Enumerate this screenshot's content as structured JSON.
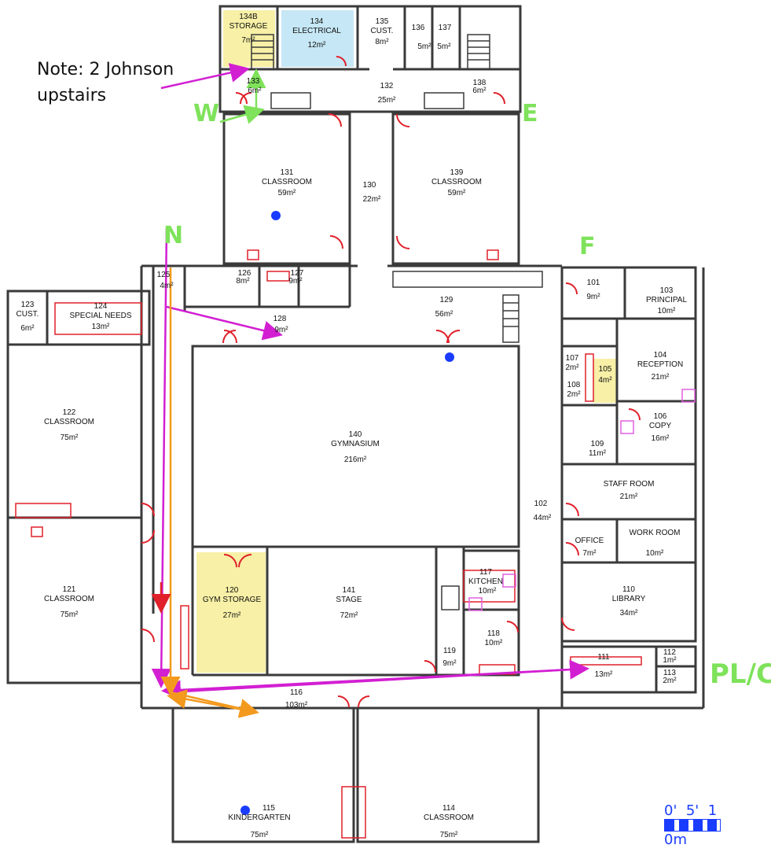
{
  "note": {
    "line1": "Note: 2 Johnson",
    "line2": "upstairs"
  },
  "direction_labels": {
    "w": "W",
    "e": "E",
    "n": "N",
    "f": "F",
    "plc": "PL/C"
  },
  "scale": {
    "top": "0'  5'  1",
    "bottom": "0m"
  },
  "rooms": [
    {
      "id": "r134b",
      "num": "134B",
      "name": "STORAGE",
      "area": "7m²"
    },
    {
      "id": "r134",
      "num": "134",
      "name": "ELECTRICAL",
      "area": "12m²"
    },
    {
      "id": "r135",
      "num": "135",
      "name": "CUST.",
      "area": "8m²"
    },
    {
      "id": "r136",
      "num": "136",
      "name": "",
      "area": "5m²"
    },
    {
      "id": "r137",
      "num": "137",
      "name": "",
      "area": "5m²"
    },
    {
      "id": "r132",
      "num": "132",
      "name": "",
      "area": "25m²"
    },
    {
      "id": "r133",
      "num": "133",
      "name": "",
      "area": "6m²"
    },
    {
      "id": "r138",
      "num": "138",
      "name": "",
      "area": "6m²"
    },
    {
      "id": "r131",
      "num": "131",
      "name": "CLASSROOM",
      "area": "59m²"
    },
    {
      "id": "r130",
      "num": "130",
      "name": "",
      "area": "22m²"
    },
    {
      "id": "r139",
      "num": "139",
      "name": "CLASSROOM",
      "area": "59m²"
    },
    {
      "id": "r125",
      "num": "125",
      "name": "",
      "area": "4m²"
    },
    {
      "id": "r126",
      "num": "126",
      "name": "",
      "area": "8m²"
    },
    {
      "id": "r127",
      "num": "127",
      "name": "",
      "area": "9m²"
    },
    {
      "id": "r123",
      "num": "123",
      "name": "CUST.",
      "area": "6m²"
    },
    {
      "id": "r124",
      "num": "124",
      "name": "SPECIAL NEEDS",
      "area": "13m²"
    },
    {
      "id": "r128",
      "num": "128",
      "name": "",
      "area": "9m²"
    },
    {
      "id": "r129",
      "num": "129",
      "name": "",
      "area": "56m²"
    },
    {
      "id": "r101",
      "num": "101",
      "name": "",
      "area": "9m²"
    },
    {
      "id": "r103",
      "num": "103",
      "name": "PRINCIPAL",
      "area": "10m²"
    },
    {
      "id": "r104",
      "num": "104",
      "name": "RECEPTION",
      "area": "21m²"
    },
    {
      "id": "r105",
      "num": "105",
      "name": "",
      "area": "4m²"
    },
    {
      "id": "r107",
      "num": "107",
      "name": "",
      "area": "2m²"
    },
    {
      "id": "r108",
      "num": "108",
      "name": "",
      "area": "2m²"
    },
    {
      "id": "r109",
      "num": "109",
      "name": "",
      "area": "11m²"
    },
    {
      "id": "r106",
      "num": "106",
      "name": "COPY",
      "area": "16m²"
    },
    {
      "id": "r122",
      "num": "122",
      "name": "CLASSROOM",
      "area": "75m²"
    },
    {
      "id": "r140",
      "num": "140",
      "name": "GYMNASIUM",
      "area": "216m²"
    },
    {
      "id": "r102",
      "num": "102",
      "name": "",
      "area": "44m²"
    },
    {
      "id": "rstaff",
      "num": "",
      "name": "STAFF ROOM",
      "area": "21m²"
    },
    {
      "id": "roffice",
      "num": "",
      "name": "OFFICE",
      "area": "7m²"
    },
    {
      "id": "rwork",
      "num": "",
      "name": "WORK ROOM",
      "area": "10m²"
    },
    {
      "id": "r110",
      "num": "110",
      "name": "LIBRARY",
      "area": "34m²"
    },
    {
      "id": "r121",
      "num": "121",
      "name": "CLASSROOM",
      "area": "75m²"
    },
    {
      "id": "r120",
      "num": "120",
      "name": "GYM STORAGE",
      "area": "27m²"
    },
    {
      "id": "r141",
      "num": "141",
      "name": "STAGE",
      "area": "72m²"
    },
    {
      "id": "r117",
      "num": "117",
      "name": "KITCHEN",
      "area": "10m²"
    },
    {
      "id": "r118",
      "num": "118",
      "name": "",
      "area": "10m²"
    },
    {
      "id": "r119",
      "num": "119",
      "name": "",
      "area": "9m²"
    },
    {
      "id": "r111",
      "num": "111",
      "name": "",
      "area": "13m²"
    },
    {
      "id": "r112",
      "num": "112",
      "name": "",
      "area": "1m²"
    },
    {
      "id": "r113",
      "num": "113",
      "name": "",
      "area": "2m²"
    },
    {
      "id": "r116",
      "num": "116",
      "name": "",
      "area": "103m²"
    },
    {
      "id": "r115",
      "num": "115",
      "name": "KINDERGARTEN",
      "area": "75m²"
    },
    {
      "id": "r114",
      "num": "114",
      "name": "CLASSROOM",
      "area": "75m²"
    }
  ],
  "colors": {
    "wall": "#3a3a3a",
    "door": "#e0202a",
    "label_green": "#7ee25a",
    "arrow_magenta": "#d21fd2",
    "arrow_orange": "#f39a1e",
    "storage_yellow": "#f7f0a6",
    "electrical_blue": "#c6e7f5"
  }
}
